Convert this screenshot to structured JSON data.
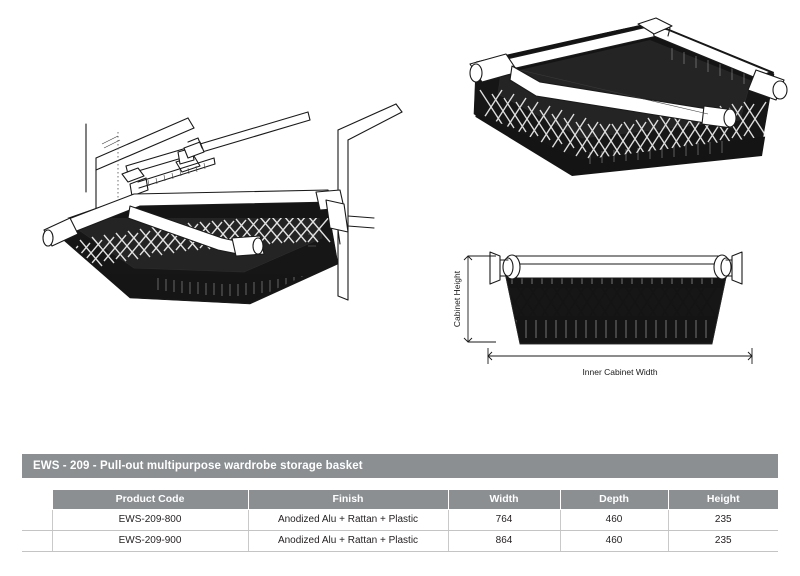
{
  "page": {
    "background": "#ffffff",
    "accent_gray": "#8b8f92"
  },
  "title_bar": {
    "text": "EWS - 209 - Pull-out multipurpose wardrobe storage basket"
  },
  "spec_table": {
    "columns": [
      "",
      "Product Code",
      "Finish",
      "Width",
      "Depth",
      "Height"
    ],
    "rows": [
      {
        "gutter": "",
        "product_code": "EWS-209-800",
        "finish": "Anodized Alu + Rattan + Plastic",
        "width": "764",
        "depth": "460",
        "height": "235"
      },
      {
        "gutter": "",
        "product_code": "EWS-209-900",
        "finish": "Anodized Alu + Rattan + Plastic",
        "width": "864",
        "depth": "460",
        "height": "235"
      }
    ]
  },
  "drawings": {
    "installation": {
      "name": "Installation view of pull-out basket mounted between cabinet side panels"
    },
    "isometric": {
      "name": "Isometric view of rattan storage basket with aluminium pull-out frame"
    },
    "front": {
      "name": "Front elevation with cabinet dimension callouts",
      "dim_height_label": "Cabinet Height",
      "dim_width_label": "Inner Cabinet Width"
    }
  }
}
